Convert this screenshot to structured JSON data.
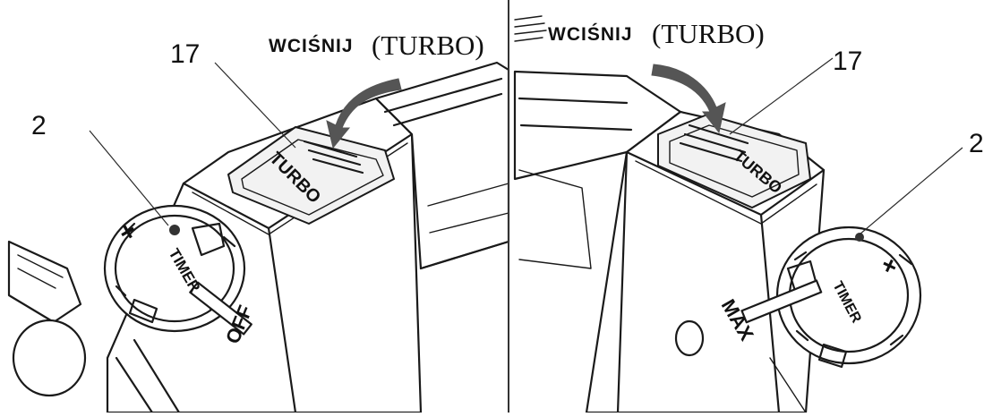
{
  "left_panel": {
    "instruction_word": "WCIŚNIJ",
    "instruction_paren": "(TURBO)",
    "callout_button": "17",
    "callout_dial": "2",
    "button_label": "TURBO",
    "dial_label": "TIMER",
    "dial_plus": "+",
    "off_label": "OFF"
  },
  "right_panel": {
    "instruction_word": "WCIŚNIJ",
    "instruction_paren": "(TURBO)",
    "callout_button": "17",
    "callout_dial": "2",
    "button_label": "TURBO",
    "dial_label": "TIMER",
    "dial_plus": "+",
    "max_label": "MAX"
  },
  "colors": {
    "line": "#1a1a1a",
    "arrow": "#555555",
    "background": "#ffffff"
  }
}
